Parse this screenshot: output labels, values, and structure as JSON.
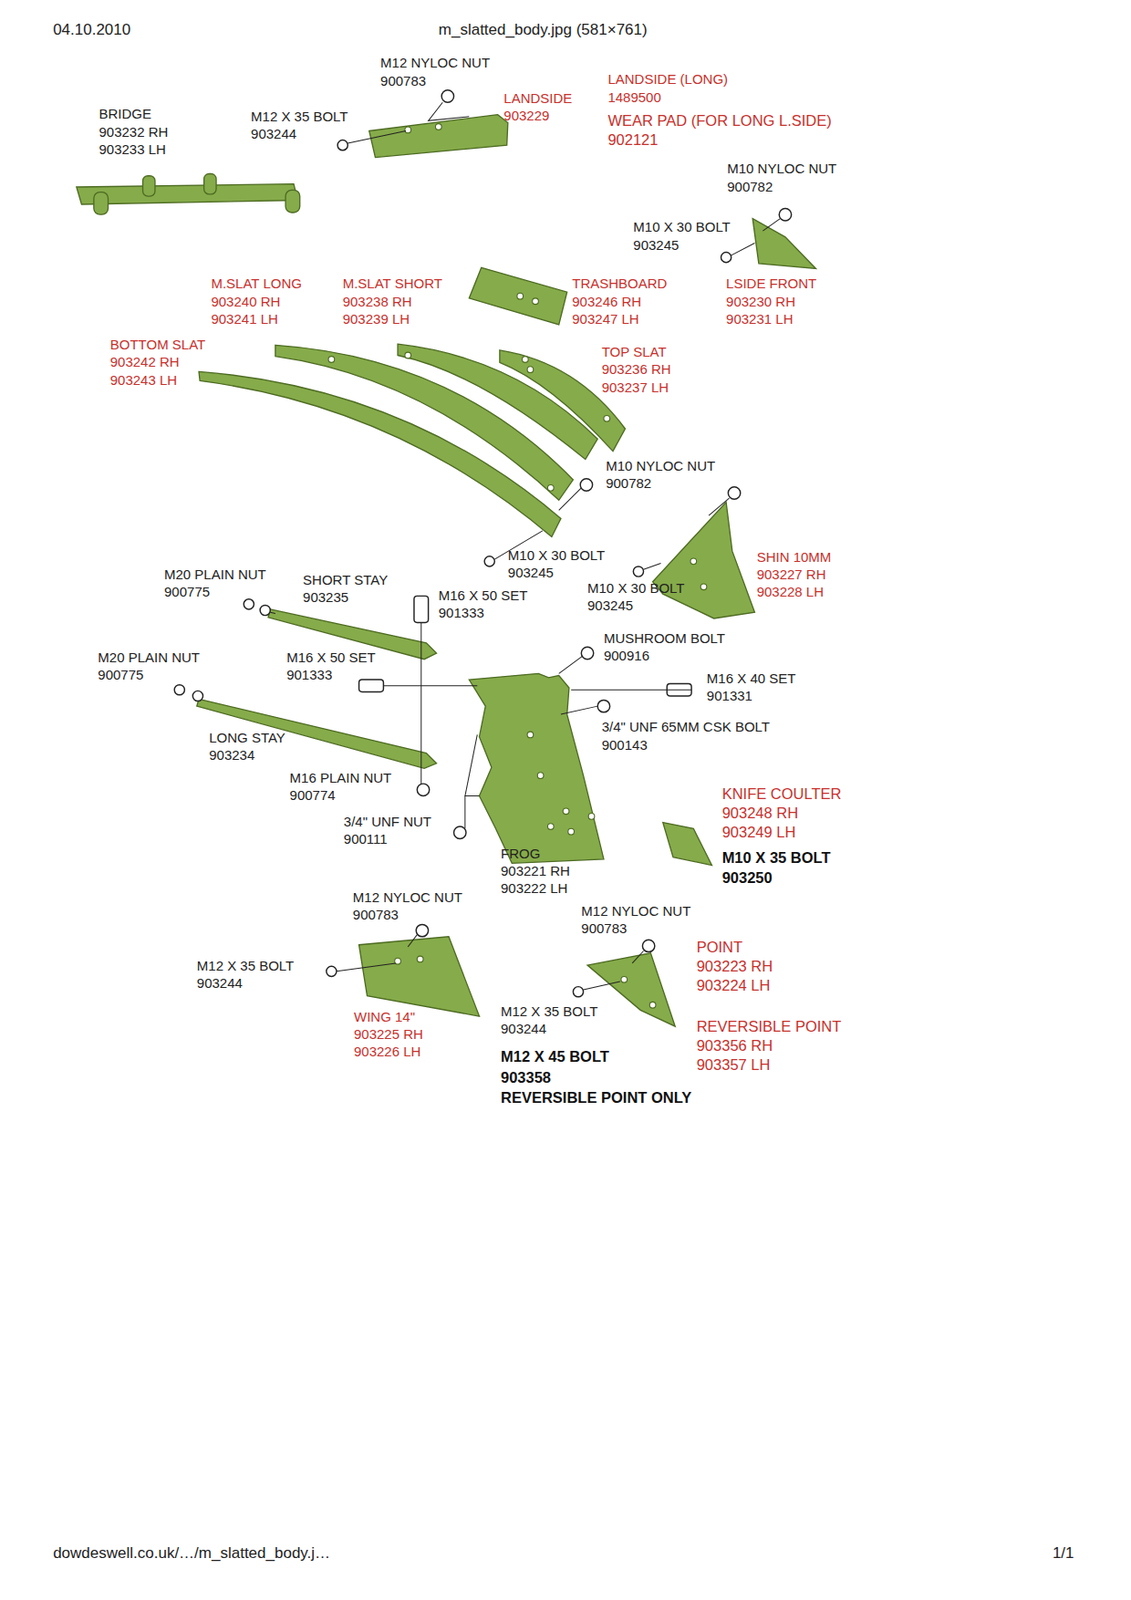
{
  "diagram": {
    "labels": [
      "04.10.2010",
      "m_slatted_body.jpg (581×761)",
      "M12 NYLOC NUT",
      "900783",
      "LANDSIDE",
      "903229",
      "LANDSIDE (LONG)",
      "1489500",
      "WEAR PAD (FOR LONG L.SIDE)",
      "902121",
      "BRIDGE",
      "903232 RH",
      "903233 LH",
      "M12 X 35 BOLT",
      "903244",
      "M10 NYLOC NUT",
      "900782",
      "M10 X 30 BOLT",
      "903245",
      "M.SLAT LONG",
      "903240 RH",
      "903241 LH",
      "M.SLAT SHORT",
      "903238 RH",
      "903239 LH",
      "TRASHBOARD",
      "903246 RH",
      "903247 LH",
      "LSIDE FRONT",
      "903230 RH",
      "903231 LH",
      "BOTTOM SLAT",
      "903242 RH",
      "903243 LH",
      "TOP SLAT",
      "903236 RH",
      "903237 LH",
      "M10 NYLOC NUT",
      "900782",
      "M10 X 30 BOLT",
      "903245",
      "M10 X 30 BOLT",
      "903245",
      "SHIN 10MM",
      "903227 RH",
      "903228 LH",
      "M20 PLAIN NUT",
      "900775",
      "SHORT STAY",
      "903235",
      "M16 X 50 SET",
      "901333",
      "MUSHROOM BOLT",
      "900916",
      "M20 PLAIN NUT",
      "900775",
      "M16 X 50 SET",
      "901333",
      "M16 X 40 SET",
      "901331",
      "3/4\" UNF 65MM CSK BOLT",
      "900143",
      "LONG STAY",
      "903234",
      "M16 PLAIN NUT",
      "900774",
      "3/4\" UNF NUT",
      "900111",
      "FROG",
      "903221 RH",
      "903222 LH",
      "KNIFE COULTER",
      "903248 RH",
      "903249 LH",
      "M10 X 35 BOLT",
      "903250",
      "M12 NYLOC NUT",
      "900783",
      "M12 NYLOC NUT",
      "900783",
      "M12 X 35 BOLT",
      "903244",
      "POINT",
      "903223 RH",
      "903224 LH",
      "WING 14\"",
      "903225 RH",
      "903226 LH",
      "M12 X 35 BOLT",
      "903244",
      "REVERSIBLE POINT",
      "903356 RH",
      "903357 LH",
      "M12 X 45 BOLT",
      "903358",
      "REVERSIBLE POINT ONLY",
      "dowdeswell.co.uk/…/m_slatted_body.j…",
      "1/1"
    ]
  }
}
